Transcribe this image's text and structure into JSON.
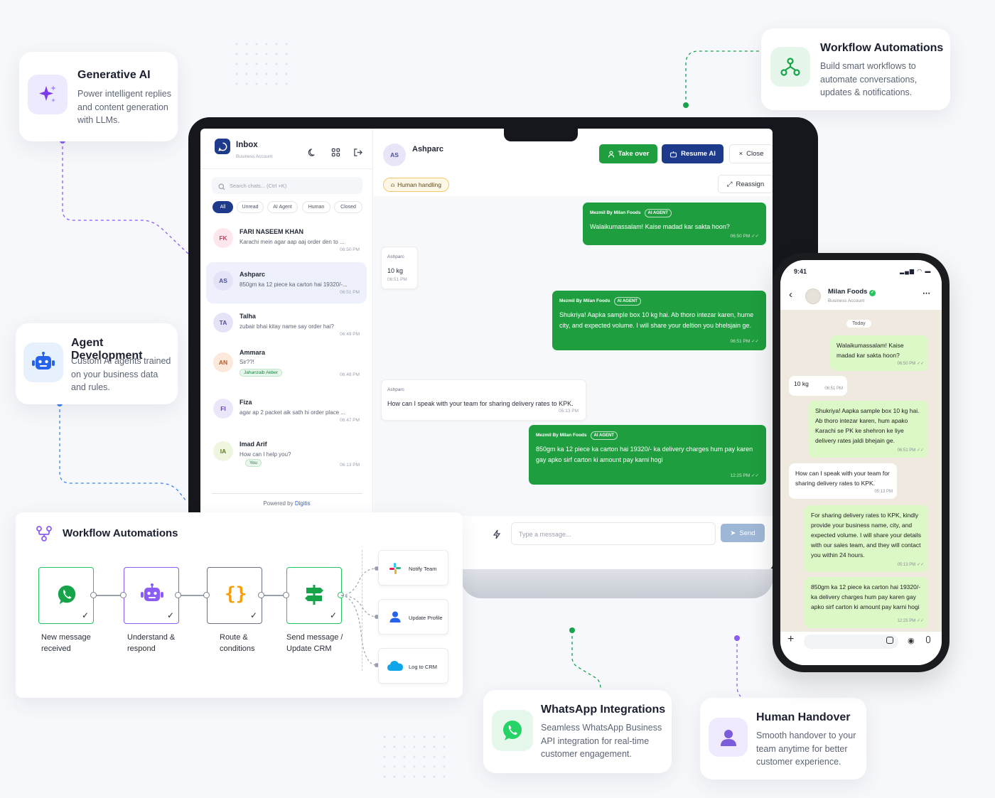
{
  "features": {
    "generative_ai": {
      "title": "Generative AI",
      "desc": "Power intelligent replies and content generation with LLMs.",
      "color": "#7c3aed"
    },
    "workflow_top": {
      "title": "Workflow Automations",
      "desc": "Build smart workflows to automate conversations, updates & notifications.",
      "color": "#16a34a"
    },
    "agent_dev": {
      "title": "Agent Development",
      "desc": "Custom AI agents trained on your business data and rules.",
      "color": "#2563eb"
    },
    "whatsapp": {
      "title": "WhatsApp Integrations",
      "desc": "Seamless WhatsApp Business API integration for real-time customer engagement.",
      "color": "#25d366"
    },
    "handover": {
      "title": "Human Handover",
      "desc": "Smooth handover to your team anytime for better customer experience.",
      "color": "#7c5cdb"
    }
  },
  "inbox": {
    "title": "Inbox",
    "subtitle": "Business Account",
    "search_placeholder": "Search chats... (Ctrl +K)",
    "filters": [
      "All",
      "Unread",
      "AI Agent",
      "Human",
      "Closed"
    ],
    "chats": [
      {
        "initials": "FK",
        "name": "FARI NASEEM KHAN",
        "preview": "Karachi mein agar aap aaj order den to ...",
        "time": "06:50 PM",
        "tag": ""
      },
      {
        "initials": "AS",
        "name": "Ashparc",
        "preview": "850gm ka 12 piece ka carton hai 19320/-...",
        "time": "06:51 PM",
        "tag": ""
      },
      {
        "initials": "TA",
        "name": "Talha",
        "preview": "zubair bhai kitay name say order hai?",
        "time": "06:49 PM",
        "tag": ""
      },
      {
        "initials": "AN",
        "name": "Ammara",
        "preview": "Sir??!",
        "time": "06:48 PM",
        "tag": "Jahanzaib Akber"
      },
      {
        "initials": "FI",
        "name": "Fiza",
        "preview": "agar ap 2 packet aik sath hi order place ...",
        "time": "06:47 PM",
        "tag": ""
      },
      {
        "initials": "IA",
        "name": "Imad Arif",
        "preview": "How can I help you?",
        "time": "06:13 PM",
        "tag": "You"
      }
    ],
    "powered_prefix": "Powered by",
    "powered_brand": "Digitis"
  },
  "conversation": {
    "initials": "AS",
    "name": "Ashparc",
    "take_over": "Take over",
    "resume_ai": "Resume AI",
    "close": "Close",
    "status": "Human handling",
    "reassign": "Reassign",
    "input_placeholder": "Type a message...",
    "send": "Send",
    "messages": [
      {
        "dir": "out",
        "sender": "Mezmil By Milan Foods",
        "badge": "AI AGENT",
        "text": "Walaikumassalam! Kaise madad kar sakta hoon?",
        "time": "06:50 PM ✓✓"
      },
      {
        "dir": "in",
        "sender": "Ashparc",
        "text": "10 kg",
        "time": "06:51 PM"
      },
      {
        "dir": "out",
        "sender": "Mezmil By Milan Foods",
        "badge": "AI AGENT",
        "text": "Shukriya! Aapka sample box 10 kg hai. Ab thoro intezar karen, hume city, and expected volume. I will share your deltion you bhelsjain ge.",
        "time": "06:51 PM ✓✓"
      },
      {
        "dir": "in",
        "sender": "Ashparc",
        "text": "How can I speak with your team for sharing delivery rates to KPK.",
        "time": "05:13 PM"
      },
      {
        "dir": "out",
        "sender": "Mezmil By Milan Foods",
        "badge": "AI AGENT",
        "text": "850gm ka 12 piece ka carton hai 19320/- ka delivery charges hum pay karen gay apko sirf carton ki amount pay karni hogi",
        "time": "12:25 PM ✓✓"
      }
    ]
  },
  "phone": {
    "time": "9:41",
    "contact": "Milan Foods",
    "contact_sub": "Business Account",
    "day": "Today",
    "messages": [
      {
        "dir": "out",
        "text": "Walaikumassalam! Kaise madad kar sakta hoon?",
        "time": "06:50 PM ✓✓"
      },
      {
        "dir": "in",
        "text": "10 kg",
        "time": "06:51 PM"
      },
      {
        "dir": "out",
        "text": "Shukriya! Aapka sample box 10 kg hai. Ab thoro intezar karen, hum apako Karachi se PK ke shehron ke liye delivery rates jaldi bhejain ge.",
        "time": "06:51 PM ✓✓"
      },
      {
        "dir": "in",
        "text": "How can I speak with your team for sharing delivery rates to KPK.",
        "time": "05:13 PM"
      },
      {
        "dir": "out",
        "text": "For sharing delivery rates to KPK, kindly provide your business name, city, and expected volume. I will share your details with our sales team, and they will contact you within 24 hours.",
        "time": "05:13 PM ✓✓"
      },
      {
        "dir": "out",
        "text": "850gm ka 12 piece ka carton hai 19320/- ka delivery charges hum pay karen gay apko sirf carton ki amount pay karni hogi",
        "time": "12:25 PM ✓✓"
      }
    ]
  },
  "workflow": {
    "title": "Workflow Automations",
    "nodes": [
      {
        "label": "New message received",
        "color": "#22c55e",
        "icon": "whatsapp-icon"
      },
      {
        "label": "Understand & respond",
        "color": "#8b5cf6",
        "icon": "robot-icon"
      },
      {
        "label": "Route & conditions",
        "color": "#6b7280",
        "icon": "braces-icon"
      },
      {
        "label": "Send message / Update CRM",
        "color": "#22c55e",
        "icon": "signpost-icon"
      }
    ],
    "actions": [
      {
        "label": "Notify Team",
        "icon": "slack-icon"
      },
      {
        "label": "Update Profile",
        "icon": "user-icon"
      },
      {
        "label": "Log to CRM",
        "icon": "cloud-icon"
      }
    ]
  }
}
